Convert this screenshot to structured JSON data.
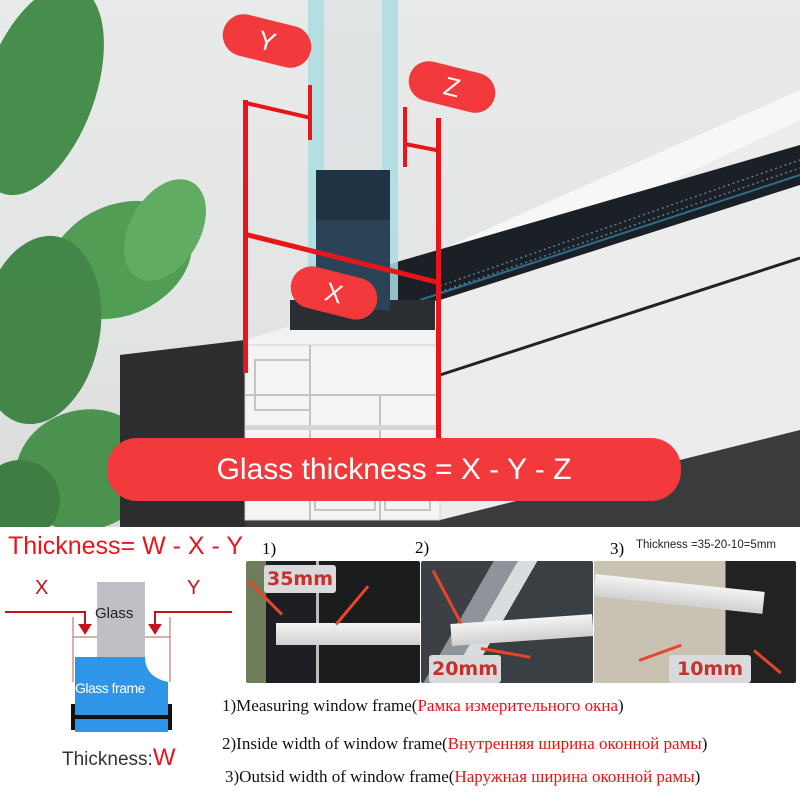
{
  "diagram": {
    "labels": {
      "y": "Y",
      "z": "Z",
      "x": "X"
    },
    "formula_banner": "Glass thickness = X - Y - Z"
  },
  "schematic": {
    "formula": "Thickness= W - X - Y",
    "arrow_left_label": "X",
    "arrow_right_label": "Y",
    "glass_label": "Glass",
    "frame_label": "Glass frame",
    "thickness_prefix": "Thickness:",
    "thickness_var": "W"
  },
  "steps": [
    {
      "number": "1)",
      "measurement": "35mm"
    },
    {
      "number": "2)",
      "measurement": "20mm"
    },
    {
      "number": "3)",
      "measurement": "10mm",
      "note": "Thickness =35-20-10=5mm"
    }
  ],
  "captions": [
    {
      "en": "1)Measuring window frame(",
      "ru": "Рамка измерительного окна",
      "close": ")"
    },
    {
      "en": "2)Inside width of window frame(",
      "ru": "Внутренняя ширина оконной рамы",
      "close": ")"
    },
    {
      "en": "3)Outsid width of window frame(",
      "ru": "Наружная ширина оконной рамы",
      "close": ")"
    }
  ],
  "colors": {
    "accent_red": "#f23a3c",
    "line_red": "#e8161b",
    "frame_blue": "#2f95e8",
    "glass_gray": "#bfc0c6"
  }
}
